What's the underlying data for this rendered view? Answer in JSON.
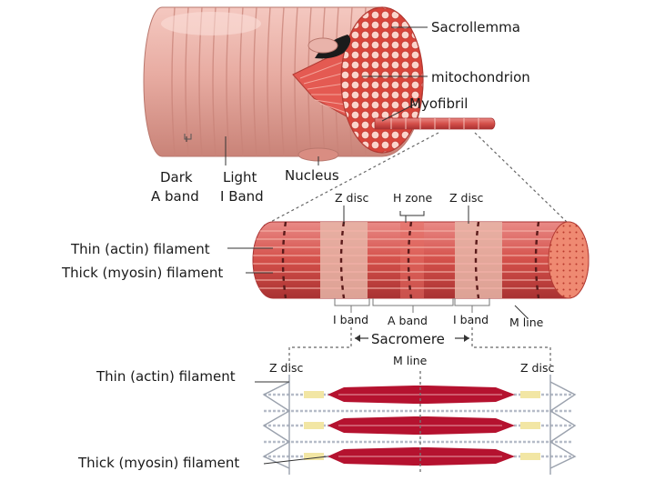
{
  "labels": {
    "sarcolemma": "Sacrollemma",
    "mitochondrion": "mitochondrion",
    "myofibril": "Myofibril",
    "dark_a_band_1": "Dark",
    "dark_a_band_2": "A band",
    "light_i_band_1": "Light",
    "light_i_band_2": "I Band",
    "nucleus": "Nucleus",
    "z_disc_left": "Z disc",
    "h_zone": "H zone",
    "z_disc_right": "Z disc",
    "thin_filament_mid": "Thin (actin) filament",
    "thick_filament_mid": "Thick (myosin) filament",
    "i_band_left": "I band",
    "a_band": "A band",
    "i_band_right": "I band",
    "m_line_mid": "M line",
    "sacromere": "Sacromere",
    "m_line_bottom": "M line",
    "thin_filament_bottom": "Thin (actin) filament",
    "z_disc_bottom_left": "Z disc",
    "z_disc_bottom_right": "Z disc",
    "thick_filament_bottom": "Thick (myosin) filament"
  },
  "colors": {
    "fiber_pink": "#e7a9a0",
    "fiber_dark": "#c9847b",
    "fibril_red": "#d43c3c",
    "myosin_red": "#b5122f",
    "actin_gray": "#b6bcc8",
    "label_text": "#1a1a1a"
  }
}
